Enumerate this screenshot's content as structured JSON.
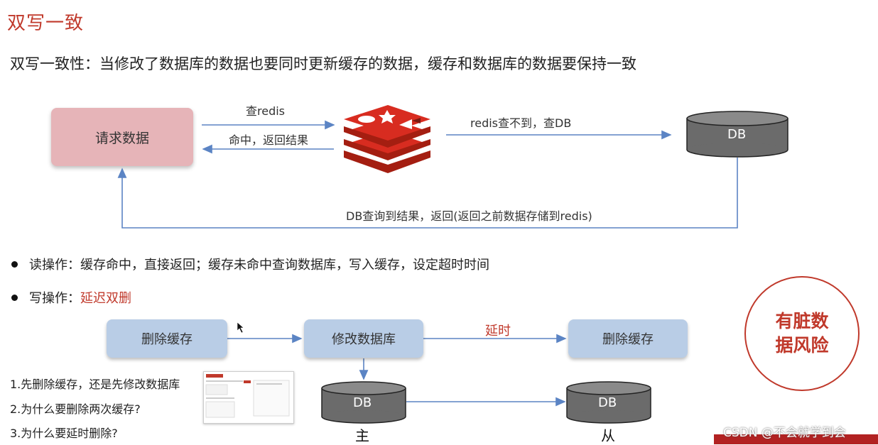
{
  "title": "双写一致",
  "subtitle": "双写一致性：当修改了数据库的数据也要同时更新缓存的数据，缓存和数据库的数据要保持一致",
  "top_flow": {
    "request_box": "请求数据",
    "arrow_query_redis": "查redis",
    "arrow_hit_return": "命中，返回结果",
    "arrow_miss_query_db": "redis查不到，查DB",
    "db_label": "DB",
    "arrow_db_return": "DB查询到结果，返回(返回之前数据存储到redis)"
  },
  "bullets": {
    "read": "读操作：缓存命中，直接返回；缓存未命中查询数据库，写入缓存，设定超时时间",
    "write_prefix": "写操作：",
    "write_highlight": "延迟双删"
  },
  "bottom_flow": {
    "step1": "删除缓存",
    "step2": "修改数据库",
    "delay_label": "延时",
    "step3": "删除缓存",
    "db_master_label": "DB",
    "db_slave_label": "DB",
    "master_caption": "主",
    "slave_caption": "从"
  },
  "risk_badge": "有脏数据风险",
  "questions": [
    "1.先删除缓存，还是先修改数据库",
    "2.为什么要删除两次缓存?",
    "3.为什么要延时删除?"
  ],
  "watermark": "CSDN @不会就学到会",
  "colors": {
    "accent_red": "#c0392b",
    "request_pink": "#e6b4b8",
    "step_blue": "#b9cde6",
    "db_gray": "#6b6b6b",
    "arrow_blue": "#5b84c4",
    "redis_red": "#d82c20"
  }
}
